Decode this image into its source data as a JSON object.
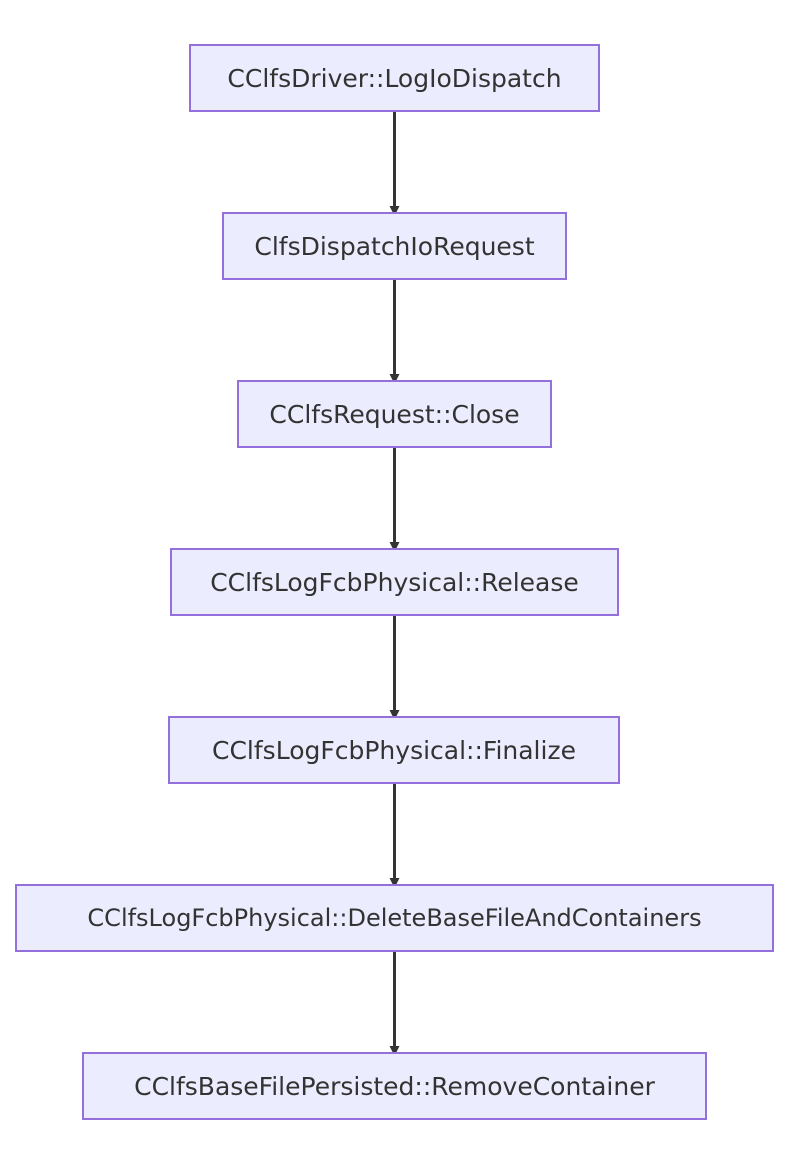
{
  "diagram": {
    "type": "flowchart",
    "direction": "top-down",
    "colors": {
      "node_fill": "#ececff",
      "node_border": "#9370db",
      "text": "#333333",
      "edge": "#333333"
    },
    "nodes": [
      {
        "id": "n1",
        "label": "CClfsDriver::LogIoDispatch"
      },
      {
        "id": "n2",
        "label": "ClfsDispatchIoRequest"
      },
      {
        "id": "n3",
        "label": "CClfsRequest::Close"
      },
      {
        "id": "n4",
        "label": "CClfsLogFcbPhysical::Release"
      },
      {
        "id": "n5",
        "label": "CClfsLogFcbPhysical::Finalize"
      },
      {
        "id": "n6",
        "label": "CClfsLogFcbPhysical::DeleteBaseFileAndContainers"
      },
      {
        "id": "n7",
        "label": "CClfsBaseFilePersisted::RemoveContainer"
      }
    ],
    "edges": [
      {
        "from": "n1",
        "to": "n2"
      },
      {
        "from": "n2",
        "to": "n3"
      },
      {
        "from": "n3",
        "to": "n4"
      },
      {
        "from": "n4",
        "to": "n5"
      },
      {
        "from": "n5",
        "to": "n6"
      },
      {
        "from": "n6",
        "to": "n7"
      }
    ]
  }
}
